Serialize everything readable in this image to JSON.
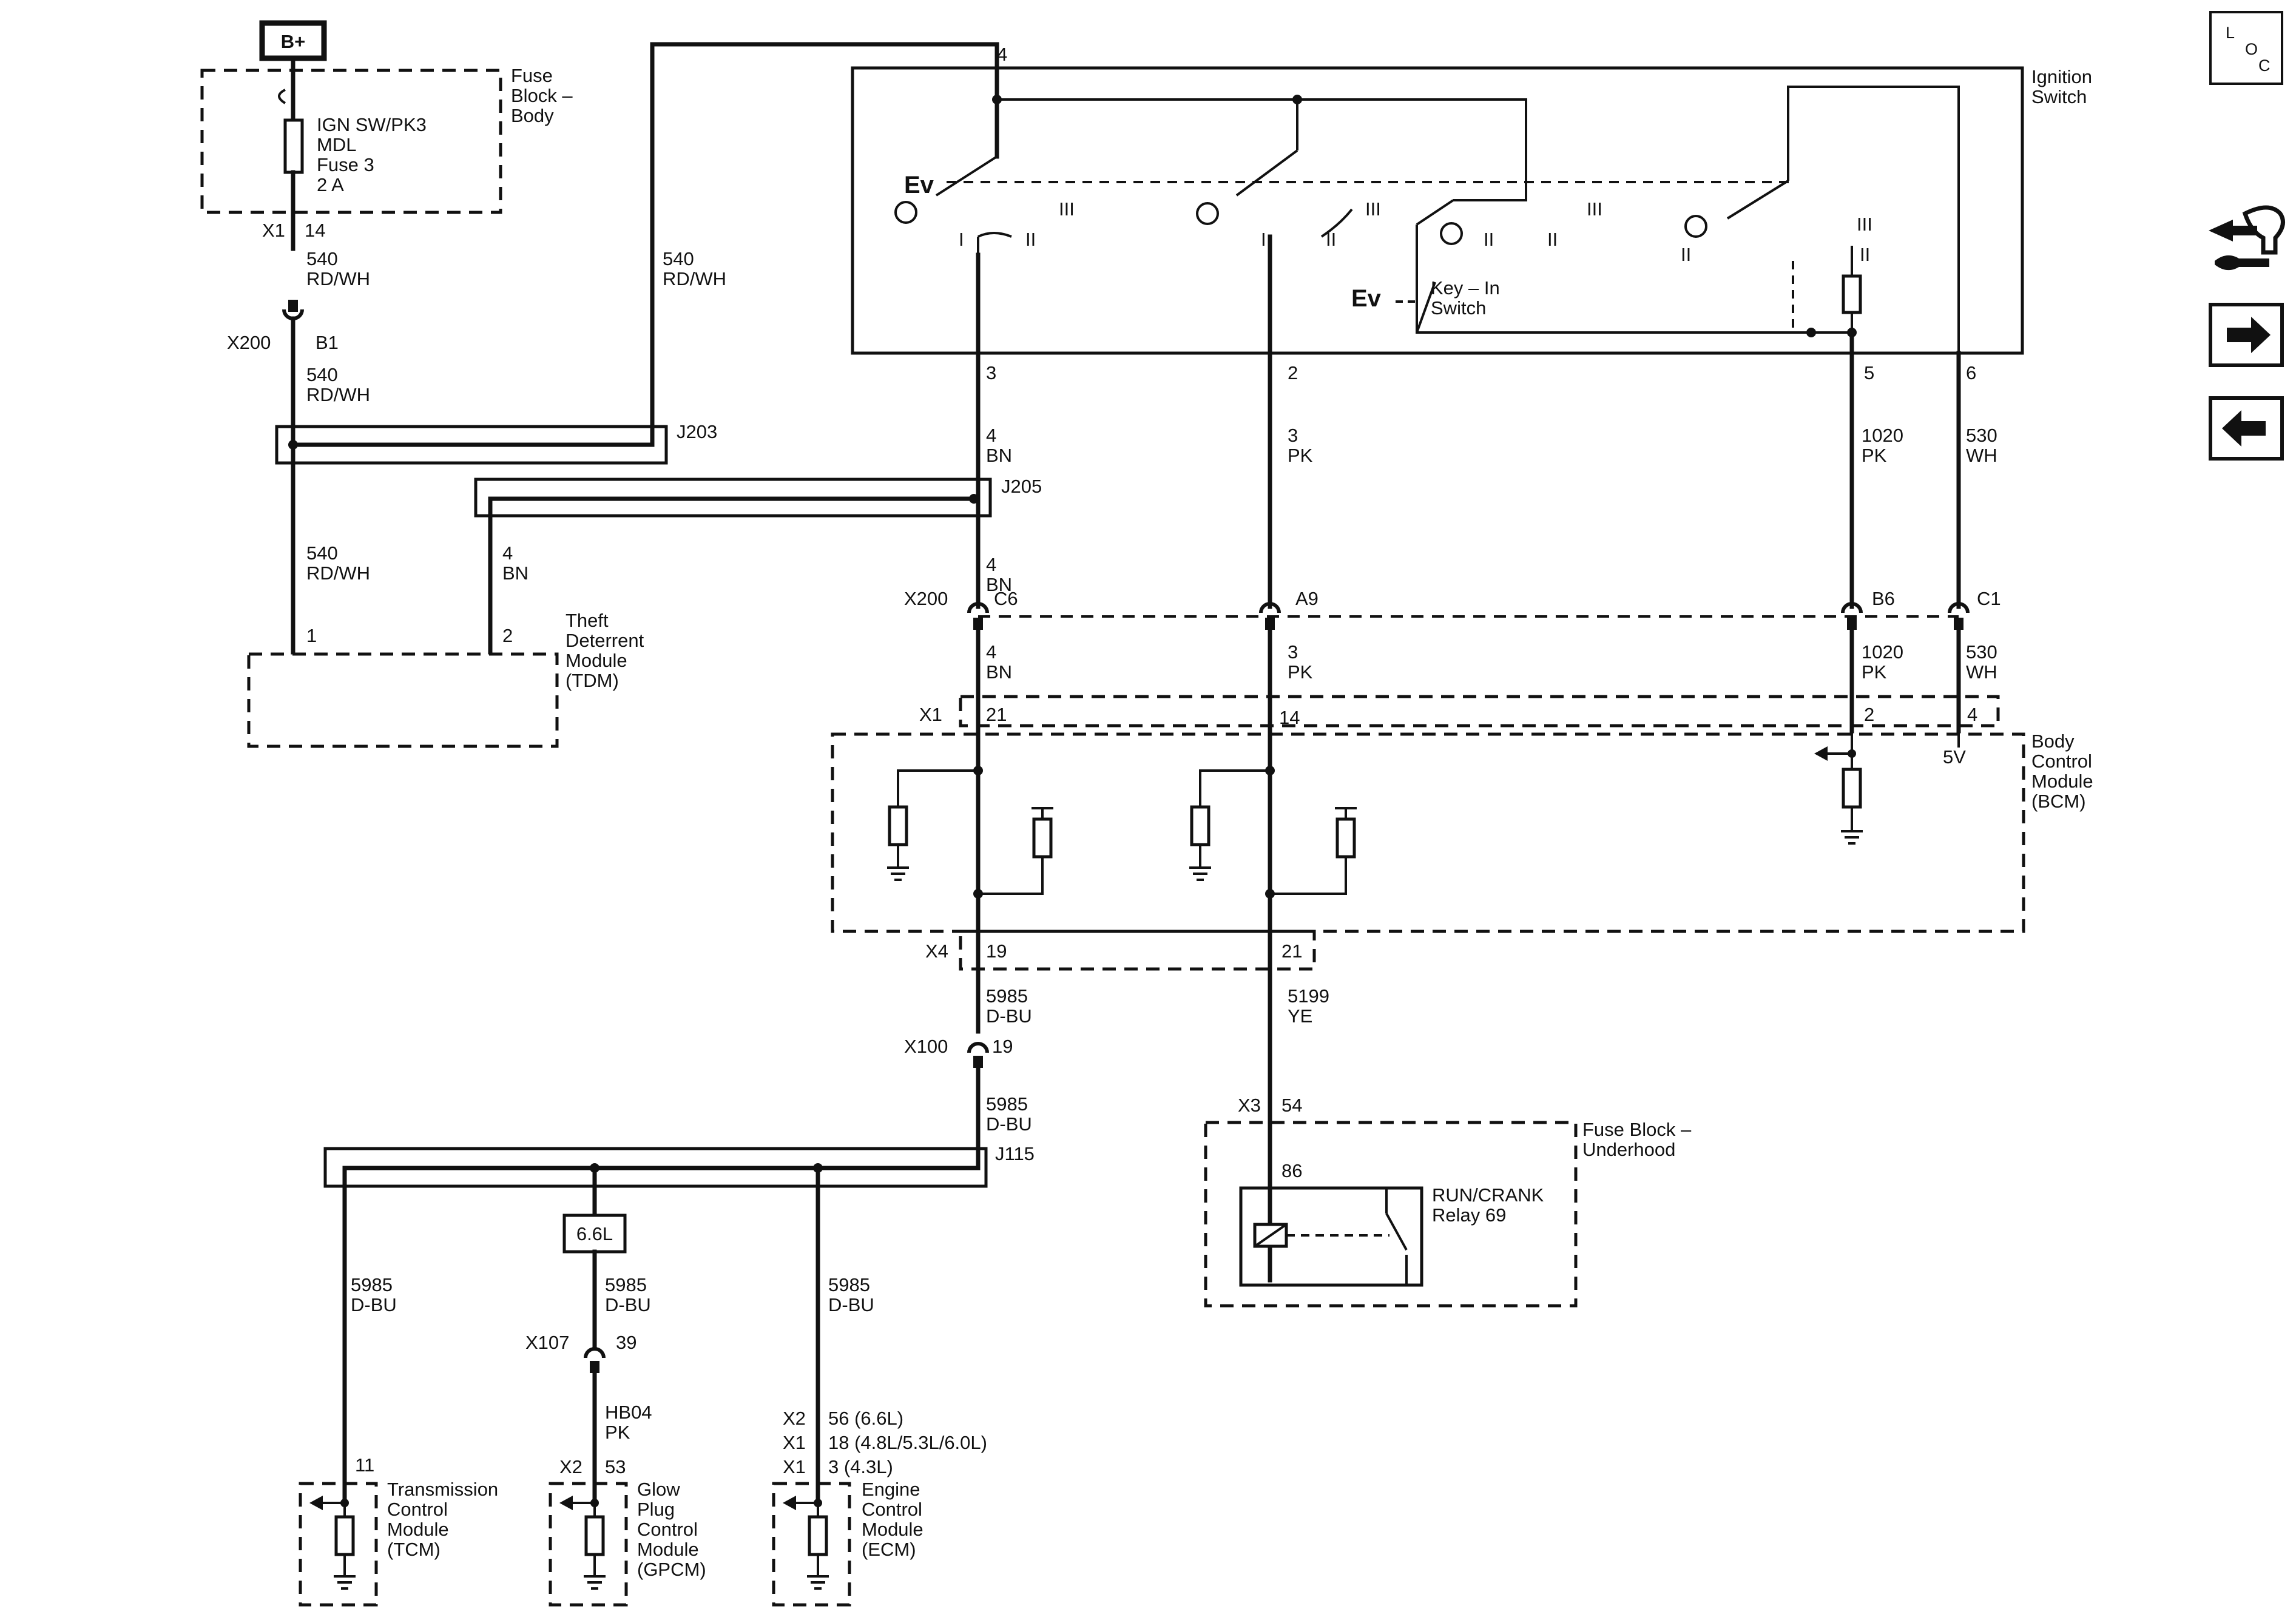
{
  "power": {
    "label": "B+"
  },
  "loc_icon": {
    "l": "L",
    "o": "O",
    "c": "C"
  },
  "nav_icons": [
    "wrench-arrows-icon",
    "arrow-right-icon",
    "arrow-left-icon"
  ],
  "fuse_block_body": {
    "title": [
      "Fuse",
      "Block –",
      "Body"
    ],
    "fuse": [
      "IGN SW/PK3",
      "MDL",
      "Fuse 3",
      "2 A"
    ],
    "connector": "X1",
    "pin": "14"
  },
  "circuit_540": {
    "number": "540",
    "color": "RD/WH"
  },
  "circuit_4": {
    "number": "4",
    "color": "BN"
  },
  "circuit_3": {
    "number": "3",
    "color": "PK"
  },
  "circuit_1020": {
    "number": "1020",
    "color": "PK"
  },
  "circuit_530": {
    "number": "530",
    "color": "WH"
  },
  "circuit_5985": {
    "number": "5985",
    "color": "D-BU"
  },
  "circuit_5199": {
    "number": "5199",
    "color": "YE"
  },
  "circuit_hb04": {
    "number": "HB04",
    "color": "PK"
  },
  "x200": {
    "name": "X200",
    "b1": "B1",
    "c6": "C6",
    "a9": "A9",
    "b6": "B6",
    "c1": "C1"
  },
  "splices": {
    "j203": "J203",
    "j205": "J205",
    "j115": "J115"
  },
  "ignition_switch": {
    "title": [
      "Ignition",
      "Switch"
    ],
    "pins": {
      "p4": "4",
      "p3": "3",
      "p2": "2",
      "p5": "5",
      "p6": "6"
    },
    "positions": {
      "i": "I",
      "ii": "II",
      "iii": "III"
    },
    "key_in": [
      "Key – In",
      "Switch"
    ],
    "ev": "Ev"
  },
  "tdm": {
    "title": [
      "Theft",
      "Deterrent",
      "Module",
      "(TDM)"
    ],
    "pin1": "1",
    "pin2": "2"
  },
  "bcm": {
    "title": [
      "Body",
      "Control",
      "Module",
      "(BCM)"
    ],
    "x1": "X1",
    "x1_pins": [
      "21",
      "14",
      "2",
      "4"
    ],
    "x4": "X4",
    "x4_pins": [
      "19",
      "21"
    ],
    "ref_voltage": "5V"
  },
  "x100": {
    "name": "X100",
    "pin": "19"
  },
  "x3": {
    "name": "X3",
    "pin": "54"
  },
  "fuse_block_underhood": {
    "title": [
      "Fuse Block –",
      "Underhood"
    ],
    "pin": "86",
    "relay": [
      "RUN/CRANK",
      "Relay 69"
    ]
  },
  "option_66": "6.6L",
  "x107": {
    "name": "X107",
    "pin": "39"
  },
  "tcm": {
    "title": [
      "Transmission",
      "Control",
      "Module",
      "(TCM)"
    ],
    "pin": "11"
  },
  "gpcm": {
    "title": [
      "Glow",
      "Plug",
      "Control",
      "Module",
      "(GPCM)"
    ],
    "connector": "X2",
    "pin": "53"
  },
  "ecm": {
    "title": [
      "Engine",
      "Control",
      "Module",
      "(ECM)"
    ],
    "connectors": [
      {
        "name": "X2",
        "pin": "56 (6.6L)"
      },
      {
        "name": "X1",
        "pin": "18 (4.8L/5.3L/6.0L)"
      },
      {
        "name": "X1",
        "pin": "3 (4.3L)"
      }
    ]
  }
}
